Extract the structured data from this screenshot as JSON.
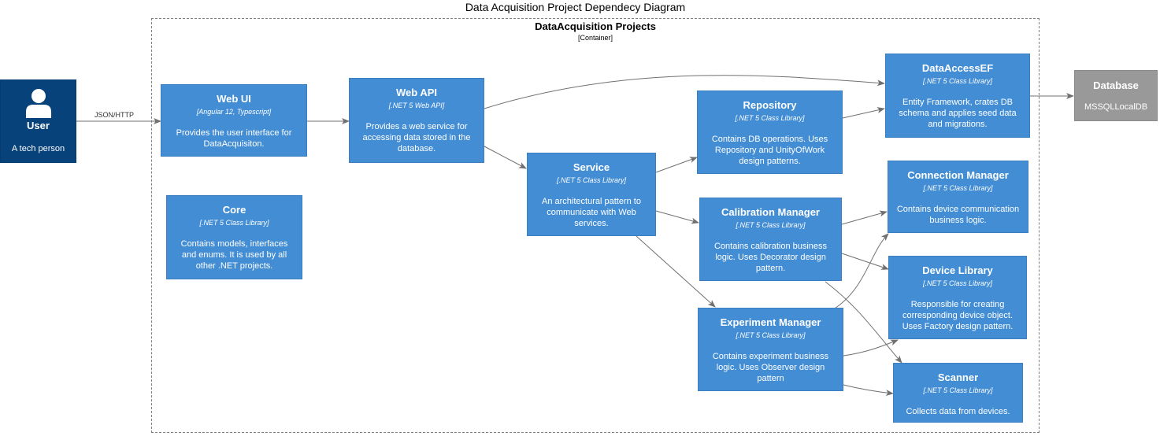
{
  "diagram": {
    "title": "Data Acquisition Project Dependecy Diagram",
    "boundary": {
      "name": "DataAcquisition Projects",
      "tech": "[Container]"
    },
    "edge_label": "JSON/HTTP",
    "colors": {
      "container": "#438dd5",
      "person": "#08427b",
      "external": "#999999",
      "edge": "#707070"
    },
    "nodes": {
      "user": {
        "name": "User",
        "desc": "A tech person",
        "icon": "person-icon"
      },
      "web_ui": {
        "name": "Web UI",
        "tech": "[Angular 12, Typescript]",
        "desc": "Provides the user interface for DataAcquisiton."
      },
      "web_api": {
        "name": "Web API",
        "tech": "[.NET 5 Web API]",
        "desc": "Provides a web service for accessing data stored in the database."
      },
      "core": {
        "name": "Core",
        "tech": "[.NET 5 Class Library]",
        "desc": "Contains models, interfaces and enums. It is used by all other .NET projects."
      },
      "service": {
        "name": "Service",
        "tech": "[.NET 5 Class Library]",
        "desc": "An architectural pattern to communicate with Web services."
      },
      "repository": {
        "name": "Repository",
        "tech": "[.NET 5 Class Library]",
        "desc": "Contains DB operations. Uses Repository and UnityOfWork design patterns."
      },
      "data_access_ef": {
        "name": "DataAccessEF",
        "tech": "[.NET 5 Class Library]",
        "desc": "Entity Framework, crates DB schema and applies seed data and migrations."
      },
      "database": {
        "name": "Database",
        "desc": "MSSQLLocalDB"
      },
      "calibration_manager": {
        "name": "Calibration Manager",
        "tech": "[.NET 5 Class Library]",
        "desc": "Contains calibration business logic. Uses Decorator design pattern."
      },
      "experiment_manager": {
        "name": "Experiment Manager",
        "tech": "[.NET 5 Class Library]",
        "desc": "Contains experiment business logic. Uses Observer design pattern"
      },
      "connection_manager": {
        "name": "Connection Manager",
        "tech": "[.NET 5 Class Library]",
        "desc": "Contains device communication business logic."
      },
      "device_library": {
        "name": "Device Library",
        "tech": "[.NET 5 Class Library]",
        "desc": "Responsible for creating corresponding device object. Uses Factory design pattern."
      },
      "scanner": {
        "name": "Scanner",
        "tech": "[.NET 5 Class Library]",
        "desc": "Collects data from devices."
      }
    }
  }
}
